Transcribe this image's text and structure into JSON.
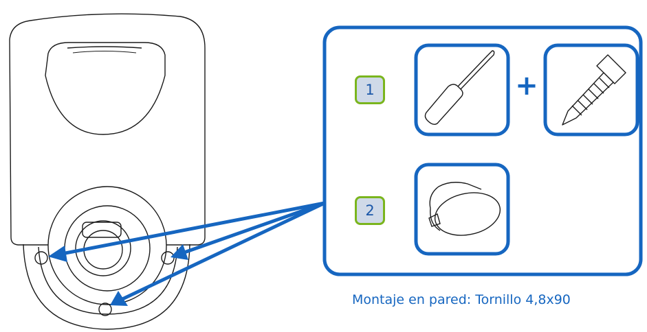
{
  "steps": [
    {
      "number": "1",
      "tools": [
        "screwdriver-icon",
        "screw-icon"
      ],
      "connector": "+"
    },
    {
      "number": "2",
      "tools": [
        "wall-plug-icon"
      ]
    }
  ],
  "caption": "Montaje en pared: Tornillo 4,8x90",
  "colors": {
    "accent_blue": "#1666c0",
    "badge_border": "#7ab51d",
    "badge_fill": "#cfd9e8",
    "outline": "#1a1a1a"
  }
}
